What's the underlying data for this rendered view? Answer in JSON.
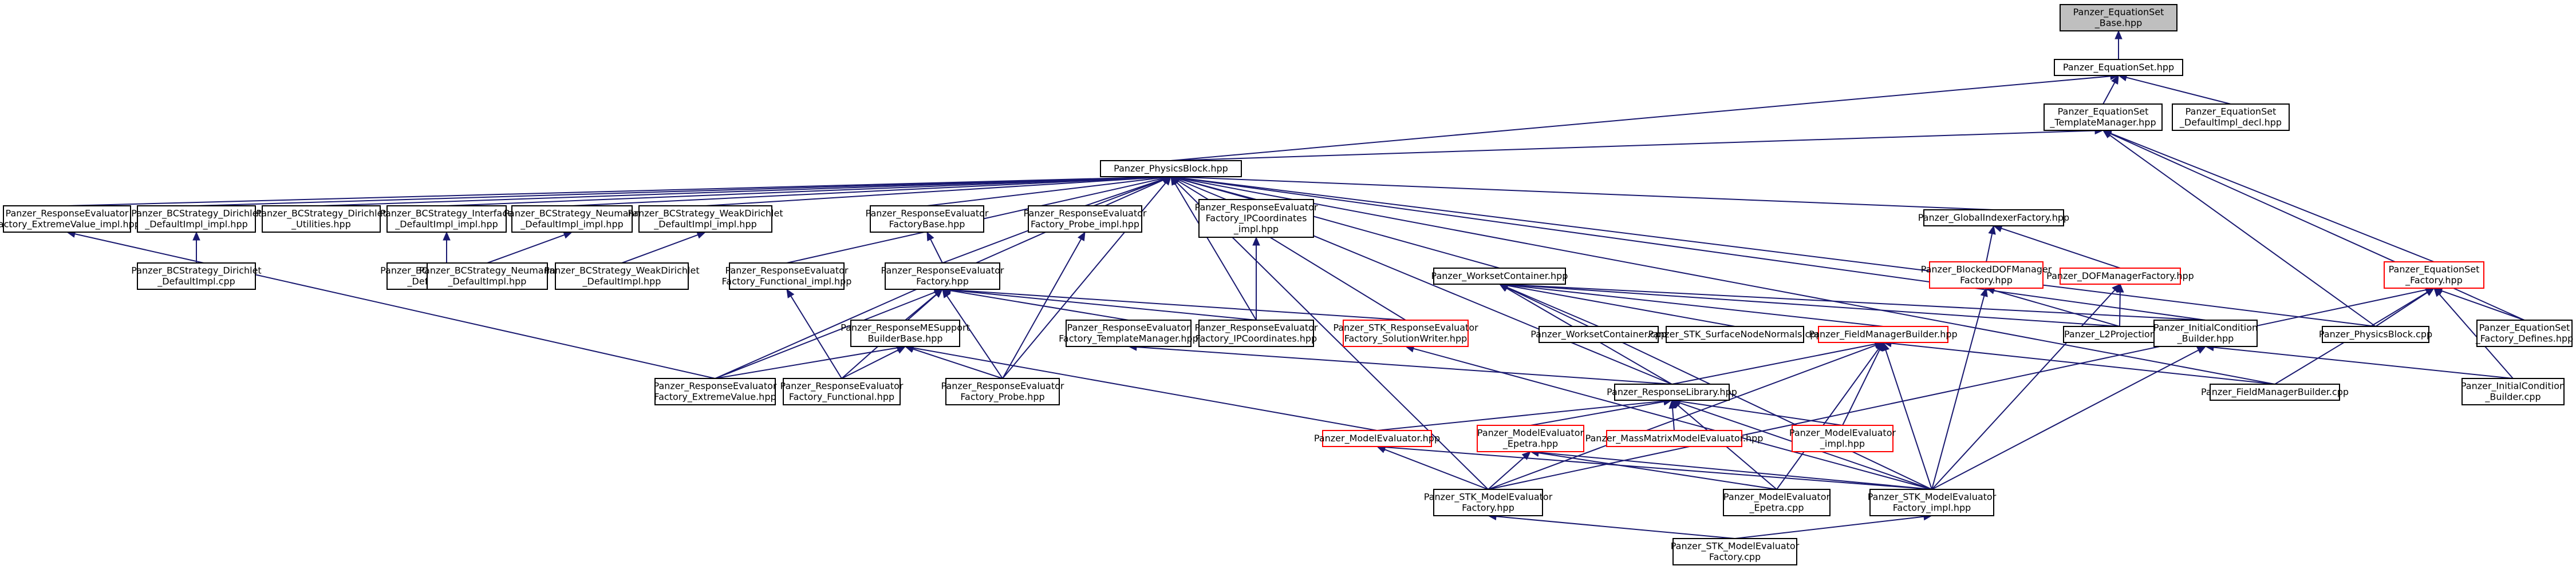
{
  "colors": {
    "edge": "#191970",
    "border_normal": "#000000",
    "border_red": "#ff0000",
    "root_fill": "#bfbfbf",
    "node_fill": "#ffffff"
  },
  "nodes": [
    {
      "id": "eqset_base",
      "lines": [
        "Panzer_EquationSet",
        "_Base.hpp"
      ],
      "style": "root"
    },
    {
      "id": "eqset",
      "lines": [
        "Panzer_EquationSet.hpp"
      ],
      "style": "normal"
    },
    {
      "id": "eqset_tm",
      "lines": [
        "Panzer_EquationSet",
        "_TemplateManager.hpp"
      ],
      "style": "normal"
    },
    {
      "id": "eqset_defimpl",
      "lines": [
        "Panzer_EquationSet",
        "_DefaultImpl_decl.hpp"
      ],
      "style": "normal"
    },
    {
      "id": "physblock",
      "lines": [
        "Panzer_PhysicsBlock.hpp"
      ],
      "style": "normal"
    },
    {
      "id": "rf_ev_impl",
      "lines": [
        "Panzer_ResponseEvaluator",
        "Factory_ExtremeValue_impl.hpp"
      ],
      "style": "normal"
    },
    {
      "id": "bc_dir_impl",
      "lines": [
        "Panzer_BCStrategy_Dirichlet",
        "_DefaultImpl_impl.hpp"
      ],
      "style": "normal"
    },
    {
      "id": "bc_dir_util",
      "lines": [
        "Panzer_BCStrategy_Dirichlet",
        "_Utilities.hpp"
      ],
      "style": "normal"
    },
    {
      "id": "bc_if_impl",
      "lines": [
        "Panzer_BCStrategy_Interface",
        "_DefaultImpl_impl.hpp"
      ],
      "style": "normal"
    },
    {
      "id": "bc_neu_impl",
      "lines": [
        "Panzer_BCStrategy_Neumann",
        "_DefaultImpl_impl.hpp"
      ],
      "style": "normal"
    },
    {
      "id": "bc_wd_impl",
      "lines": [
        "Panzer_BCStrategy_WeakDirichlet",
        "_DefaultImpl_impl.hpp"
      ],
      "style": "normal"
    },
    {
      "id": "rf_base",
      "lines": [
        "Panzer_ResponseEvaluator",
        "FactoryBase.hpp"
      ],
      "style": "normal"
    },
    {
      "id": "rf_probe_impl",
      "lines": [
        "Panzer_ResponseEvaluator",
        "Factory_Probe_impl.hpp"
      ],
      "style": "normal"
    },
    {
      "id": "rf_ipc_impl",
      "lines": [
        "Panzer_ResponseEvaluator",
        "Factory_IPCoordinates",
        "_impl.hpp"
      ],
      "style": "normal"
    },
    {
      "id": "gif",
      "lines": [
        "Panzer_GlobalIndexerFactory.hpp"
      ],
      "style": "normal"
    },
    {
      "id": "bc_dir_cpp",
      "lines": [
        "Panzer_BCStrategy_Dirichlet",
        "_DefaultImpl.cpp"
      ],
      "style": "normal"
    },
    {
      "id": "bc_if_hpp",
      "lines": [
        "Panzer_BCStrategy_Interface",
        "_DefaultImpl.hpp"
      ],
      "style": "normal"
    },
    {
      "id": "bc_neu_hpp",
      "lines": [
        "Panzer_BCStrategy_Neumann",
        "_DefaultImpl.hpp"
      ],
      "style": "normal"
    },
    {
      "id": "bc_wd_hpp",
      "lines": [
        "Panzer_BCStrategy_WeakDirichlet",
        "_DefaultImpl.hpp"
      ],
      "style": "normal"
    },
    {
      "id": "rf_func_impl",
      "lines": [
        "Panzer_ResponseEvaluator",
        "Factory_Functional_impl.hpp"
      ],
      "style": "normal"
    },
    {
      "id": "rf",
      "lines": [
        "Panzer_ResponseEvaluator",
        "Factory.hpp"
      ],
      "style": "normal"
    },
    {
      "id": "wsc",
      "lines": [
        "Panzer_WorksetContainer.hpp"
      ],
      "style": "normal"
    },
    {
      "id": "bdofmf",
      "lines": [
        "Panzer_BlockedDOFManager",
        "Factory.hpp"
      ],
      "style": "red"
    },
    {
      "id": "dofmf",
      "lines": [
        "Panzer_DOFManagerFactory.hpp"
      ],
      "style": "red"
    },
    {
      "id": "eqset_factory",
      "lines": [
        "Panzer_EquationSet",
        "_Factory.hpp"
      ],
      "style": "red"
    },
    {
      "id": "rme_support",
      "lines": [
        "Panzer_ResponseMESupport",
        "BuilderBase.hpp"
      ],
      "style": "normal"
    },
    {
      "id": "rf_tm",
      "lines": [
        "Panzer_ResponseEvaluator",
        "Factory_TemplateManager.hpp"
      ],
      "style": "normal"
    },
    {
      "id": "rf_ipc",
      "lines": [
        "Panzer_ResponseEvaluator",
        "Factory_IPCoordinates.hpp"
      ],
      "style": "normal"
    },
    {
      "id": "stk_rf_sw",
      "lines": [
        "Panzer_STK_ResponseEvaluator",
        "Factory_SolutionWriter.hpp"
      ],
      "style": "red"
    },
    {
      "id": "wsc_cpp",
      "lines": [
        "Panzer_WorksetContainer.cpp"
      ],
      "style": "normal"
    },
    {
      "id": "stk_sn",
      "lines": [
        "Panzer_STK_SurfaceNodeNormals.cpp"
      ],
      "style": "normal"
    },
    {
      "id": "fmb",
      "lines": [
        "Panzer_FieldManagerBuilder.hpp"
      ],
      "style": "red"
    },
    {
      "id": "l2proj",
      "lines": [
        "Panzer_L2Projection.cpp"
      ],
      "style": "normal"
    },
    {
      "id": "ic_builder",
      "lines": [
        "Panzer_InitialCondition",
        "_Builder.hpp"
      ],
      "style": "normal"
    },
    {
      "id": "physblock_cpp",
      "lines": [
        "Panzer_PhysicsBlock.cpp"
      ],
      "style": "normal"
    },
    {
      "id": "eqset_fdef",
      "lines": [
        "Panzer_EquationSet",
        "_Factory_Defines.hpp"
      ],
      "style": "normal"
    },
    {
      "id": "rf_ev",
      "lines": [
        "Panzer_ResponseEvaluator",
        "Factory_ExtremeValue.hpp"
      ],
      "style": "normal"
    },
    {
      "id": "rf_func",
      "lines": [
        "Panzer_ResponseEvaluator",
        "Factory_Functional.hpp"
      ],
      "style": "normal"
    },
    {
      "id": "rf_probe",
      "lines": [
        "Panzer_ResponseEvaluator",
        "Factory_Probe.hpp"
      ],
      "style": "normal"
    },
    {
      "id": "resplib",
      "lines": [
        "Panzer_ResponseLibrary.hpp"
      ],
      "style": "normal"
    },
    {
      "id": "fmb_cpp",
      "lines": [
        "Panzer_FieldManagerBuilder.cpp"
      ],
      "style": "normal"
    },
    {
      "id": "ic_builder_cpp",
      "lines": [
        "Panzer_InitialCondition",
        "_Builder.cpp"
      ],
      "style": "normal"
    },
    {
      "id": "me",
      "lines": [
        "Panzer_ModelEvaluator.hpp"
      ],
      "style": "red"
    },
    {
      "id": "me_epetra",
      "lines": [
        "Panzer_ModelEvaluator",
        "_Epetra.hpp"
      ],
      "style": "red"
    },
    {
      "id": "mme",
      "lines": [
        "Panzer_MassMatrixModelEvaluator.hpp"
      ],
      "style": "red"
    },
    {
      "id": "me_impl",
      "lines": [
        "Panzer_ModelEvaluator",
        "_impl.hpp"
      ],
      "style": "red"
    },
    {
      "id": "stk_mef",
      "lines": [
        "Panzer_STK_ModelEvaluator",
        "Factory.hpp"
      ],
      "style": "normal"
    },
    {
      "id": "me_epetra_cpp",
      "lines": [
        "Panzer_ModelEvaluator",
        "_Epetra.cpp"
      ],
      "style": "normal"
    },
    {
      "id": "stk_mef_impl",
      "lines": [
        "Panzer_STK_ModelEvaluator",
        "Factory_impl.hpp"
      ],
      "style": "normal"
    },
    {
      "id": "stk_mef_cpp",
      "lines": [
        "Panzer_STK_ModelEvaluator",
        "Factory.cpp"
      ],
      "style": "normal"
    }
  ],
  "edges": [
    [
      "eqset",
      "eqset_base"
    ],
    [
      "eqset_tm",
      "eqset"
    ],
    [
      "eqset_defimpl",
      "eqset"
    ],
    [
      "physblock",
      "eqset"
    ],
    [
      "physblock",
      "eqset_tm"
    ],
    [
      "eqset_factory",
      "eqset_tm"
    ],
    [
      "eqset_fdef",
      "eqset_tm"
    ],
    [
      "physblock_cpp",
      "eqset_tm"
    ],
    [
      "rf_ev_impl",
      "physblock"
    ],
    [
      "bc_dir_impl",
      "physblock"
    ],
    [
      "bc_dir_util",
      "physblock"
    ],
    [
      "bc_if_impl",
      "physblock"
    ],
    [
      "bc_neu_impl",
      "physblock"
    ],
    [
      "bc_wd_impl",
      "physblock"
    ],
    [
      "rf_base",
      "physblock"
    ],
    [
      "rf_probe_impl",
      "physblock"
    ],
    [
      "rf_ipc_impl",
      "physblock"
    ],
    [
      "gif",
      "physblock"
    ],
    [
      "rf",
      "physblock"
    ],
    [
      "rf_func_impl",
      "physblock"
    ],
    [
      "rf_ev",
      "physblock"
    ],
    [
      "rf_probe",
      "physblock"
    ],
    [
      "rf_ipc",
      "physblock"
    ],
    [
      "wsc",
      "physblock"
    ],
    [
      "stk_rf_sw",
      "physblock"
    ],
    [
      "resplib",
      "physblock"
    ],
    [
      "stk_mef",
      "physblock"
    ],
    [
      "ic_builder",
      "physblock"
    ],
    [
      "physblock_cpp",
      "physblock"
    ],
    [
      "fmb_cpp",
      "physblock"
    ],
    [
      "bc_dir_cpp",
      "bc_dir_impl"
    ],
    [
      "bc_if_hpp",
      "bc_if_impl"
    ],
    [
      "bc_neu_hpp",
      "bc_neu_impl"
    ],
    [
      "bc_wd_hpp",
      "bc_wd_impl"
    ],
    [
      "rf",
      "rf_base"
    ],
    [
      "rf_probe",
      "rf_probe_impl"
    ],
    [
      "rf_ipc",
      "rf_ipc_impl"
    ],
    [
      "rf_func",
      "rf_func_impl"
    ],
    [
      "rf_ev",
      "rf_ev_impl"
    ],
    [
      "bdofmf",
      "gif"
    ],
    [
      "dofmf",
      "gif"
    ],
    [
      "rme_support",
      "rf"
    ],
    [
      "rf_tm",
      "rf"
    ],
    [
      "rf_ipc",
      "rf"
    ],
    [
      "stk_rf_sw",
      "rf"
    ],
    [
      "rf_ev",
      "rf"
    ],
    [
      "rf_func",
      "rf"
    ],
    [
      "rf_probe",
      "rf"
    ],
    [
      "rf_ev",
      "rme_support"
    ],
    [
      "rf_func",
      "rme_support"
    ],
    [
      "rf_probe",
      "rme_support"
    ],
    [
      "me",
      "rme_support"
    ],
    [
      "resplib",
      "rf_tm"
    ],
    [
      "wsc_cpp",
      "wsc"
    ],
    [
      "stk_sn",
      "wsc"
    ],
    [
      "fmb",
      "wsc"
    ],
    [
      "l2proj",
      "wsc"
    ],
    [
      "ic_builder",
      "wsc"
    ],
    [
      "resplib",
      "wsc"
    ],
    [
      "stk_mef_impl",
      "wsc"
    ],
    [
      "stk_mef_impl",
      "bdofmf"
    ],
    [
      "l2proj",
      "bdofmf"
    ],
    [
      "l2proj",
      "dofmf"
    ],
    [
      "stk_mef_impl",
      "dofmf"
    ],
    [
      "physblock_cpp",
      "eqset_factory"
    ],
    [
      "eqset_fdef",
      "eqset_factory"
    ],
    [
      "fmb_cpp",
      "eqset_factory"
    ],
    [
      "stk_mef",
      "eqset_factory"
    ],
    [
      "ic_builder_cpp",
      "eqset_factory"
    ],
    [
      "resplib",
      "fmb"
    ],
    [
      "fmb_cpp",
      "fmb"
    ],
    [
      "me_impl",
      "fmb"
    ],
    [
      "me_epetra_cpp",
      "fmb"
    ],
    [
      "stk_mef",
      "fmb"
    ],
    [
      "stk_mef_impl",
      "fmb"
    ],
    [
      "ic_builder_cpp",
      "ic_builder"
    ],
    [
      "stk_mef_impl",
      "ic_builder"
    ],
    [
      "me",
      "resplib"
    ],
    [
      "me_epetra",
      "resplib"
    ],
    [
      "mme",
      "resplib"
    ],
    [
      "me_impl",
      "resplib"
    ],
    [
      "me_epetra_cpp",
      "resplib"
    ],
    [
      "stk_mef_impl",
      "resplib"
    ],
    [
      "stk_mef",
      "me"
    ],
    [
      "stk_mef_impl",
      "me"
    ],
    [
      "stk_mef",
      "me_epetra"
    ],
    [
      "me_epetra_cpp",
      "me_epetra"
    ],
    [
      "stk_mef_impl",
      "me_epetra"
    ],
    [
      "stk_mef_cpp",
      "stk_mef"
    ],
    [
      "stk_mef_cpp",
      "stk_mef_impl"
    ],
    [
      "stk_mef_impl",
      "stk_rf_sw"
    ]
  ]
}
